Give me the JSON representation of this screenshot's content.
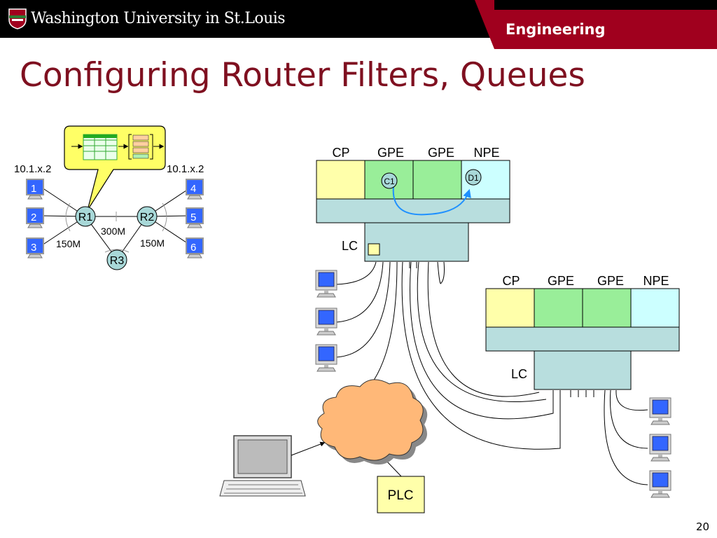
{
  "header": {
    "logo_text": "Washington University in St.Louis",
    "tab_label": "Engineering"
  },
  "slide": {
    "title": "Configuring Router Filters, Queues",
    "page_number": "20"
  },
  "network": {
    "left_addr": "10.1.x.2",
    "right_addr": "10.1.x.2",
    "hosts": [
      "1",
      "2",
      "3",
      "4",
      "5",
      "6"
    ],
    "routers": [
      "R1",
      "R2",
      "R3"
    ],
    "links": {
      "r1_r2": "300M",
      "r1_r3": "150M",
      "r2_r3": "150M"
    }
  },
  "chassis_top": {
    "slots": [
      "CP",
      "GPE",
      "GPE",
      "NPE"
    ],
    "lc_label": "LC",
    "nodes": [
      "C1",
      "D1"
    ]
  },
  "chassis_bottom": {
    "slots": [
      "CP",
      "GPE",
      "GPE",
      "NPE"
    ],
    "lc_label": "LC"
  },
  "plc_label": "PLC",
  "colors": {
    "header_black": "#000000",
    "brand_red": "#a0001e",
    "title_red": "#7f1020",
    "cp_yellow": "#ffffaa",
    "gpe_green": "#99ee99",
    "npe_cyan": "#ccffff",
    "chassis_teal": "#b8dede",
    "router_teal": "#a8d8d8",
    "cloud_orange": "#ffb878",
    "host_blue": "#3366ff",
    "arrow_blue": "#1e90ff"
  }
}
